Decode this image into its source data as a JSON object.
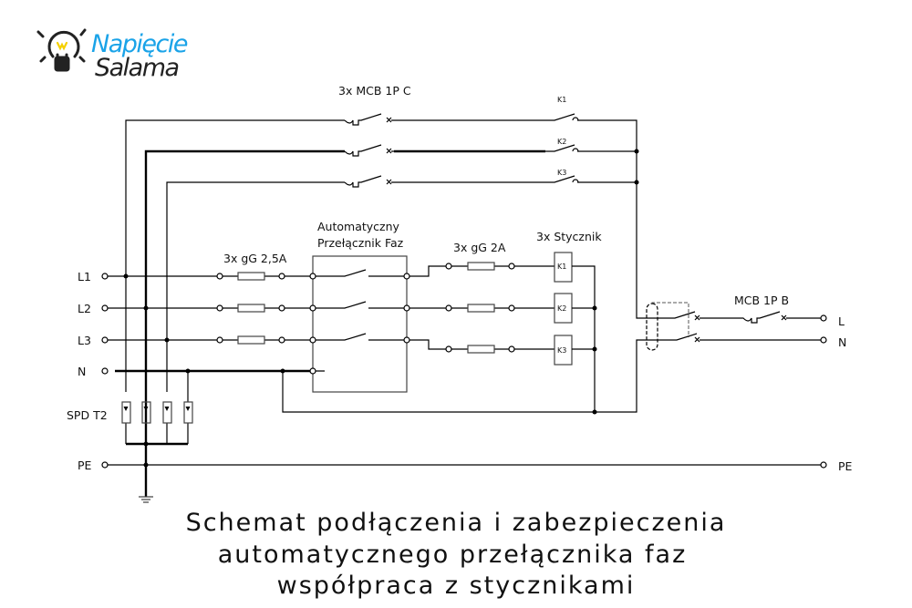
{
  "logo": {
    "line1": "Napięcie",
    "line2": "Salama",
    "colors": {
      "blue": "#1aa3e8",
      "dark": "#222222",
      "yellow": "#f5d000"
    }
  },
  "labels": {
    "mcb_top": "3x MCB 1P C",
    "k1": "K1",
    "k2": "K2",
    "k3": "K3",
    "switch_line1": "Automatyczny",
    "switch_line2": "Przełącznik Faz",
    "fuse_in": "3x gG 2,5A",
    "fuse_out": "3x gG 2A",
    "contactor": "3x Stycznik",
    "mcb_b": "MCB 1P B",
    "spd": "SPD T2",
    "l1": "L1",
    "l2": "L2",
    "l3": "L3",
    "n": "N",
    "pe": "PE",
    "out_l": "L",
    "out_n": "N",
    "out_pe": "PE"
  },
  "title": {
    "line1": "Schemat podłączenia i zabezpieczenia",
    "line2": "automatycznego przełącznika faz",
    "line3": "współpraca z stycznikami"
  }
}
